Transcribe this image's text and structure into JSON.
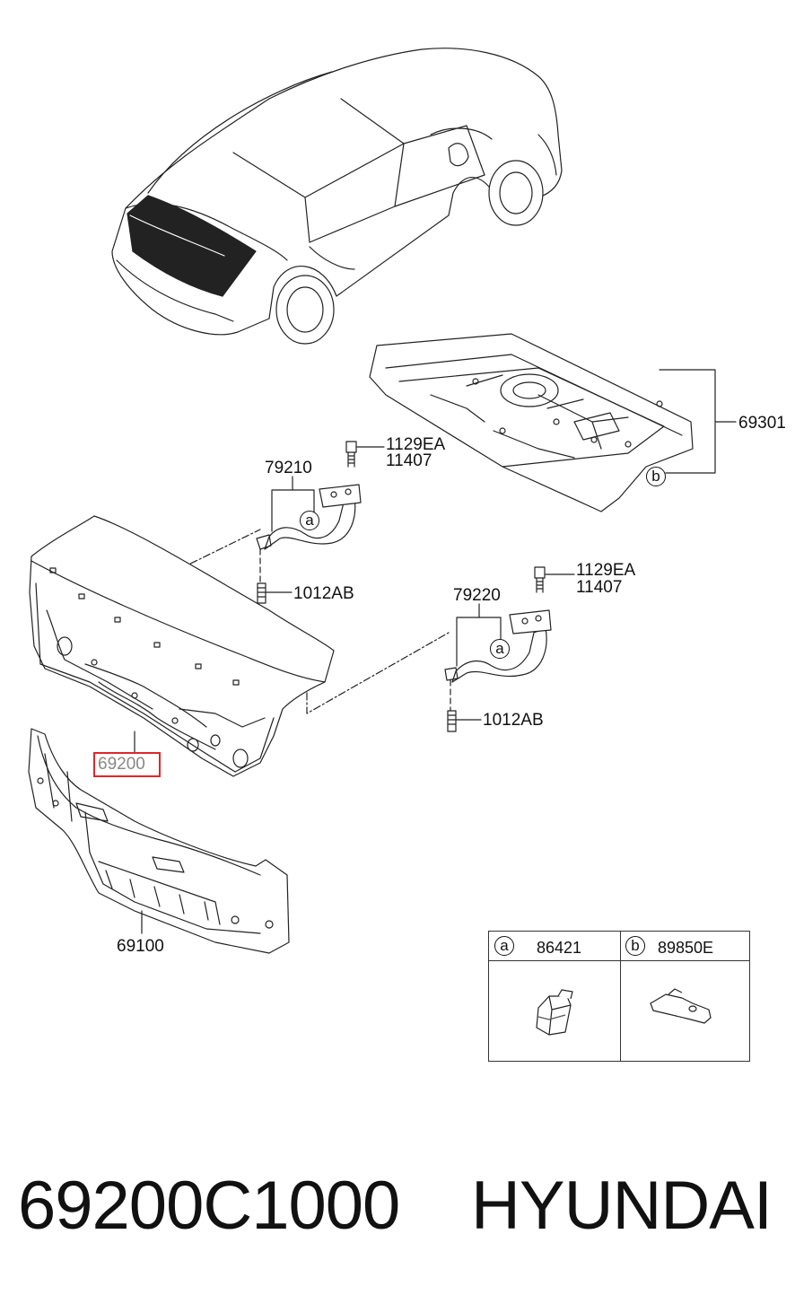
{
  "labels": {
    "rear_panel": "69100",
    "trunk_lid": "69200",
    "package_tray": "69301",
    "hinge_lh": "79210",
    "hinge_rh": "79220",
    "bolt_top_1": "1129EA",
    "bolt_top_2": "11407",
    "bolt_mid_1": "1129EA",
    "bolt_mid_2": "11407",
    "bolt_low_1": "1012AB",
    "bolt_low_2": "1012AB"
  },
  "callouts": {
    "a": "a",
    "b": "b"
  },
  "legend": {
    "a_letter": "a",
    "a_part": "86421",
    "b_letter": "b",
    "b_part": "89850E"
  },
  "footer": {
    "part_number": "69200C1000",
    "brand": "HYUNDAI"
  },
  "colors": {
    "highlight_box": "#e0262b",
    "line": "#111111"
  }
}
